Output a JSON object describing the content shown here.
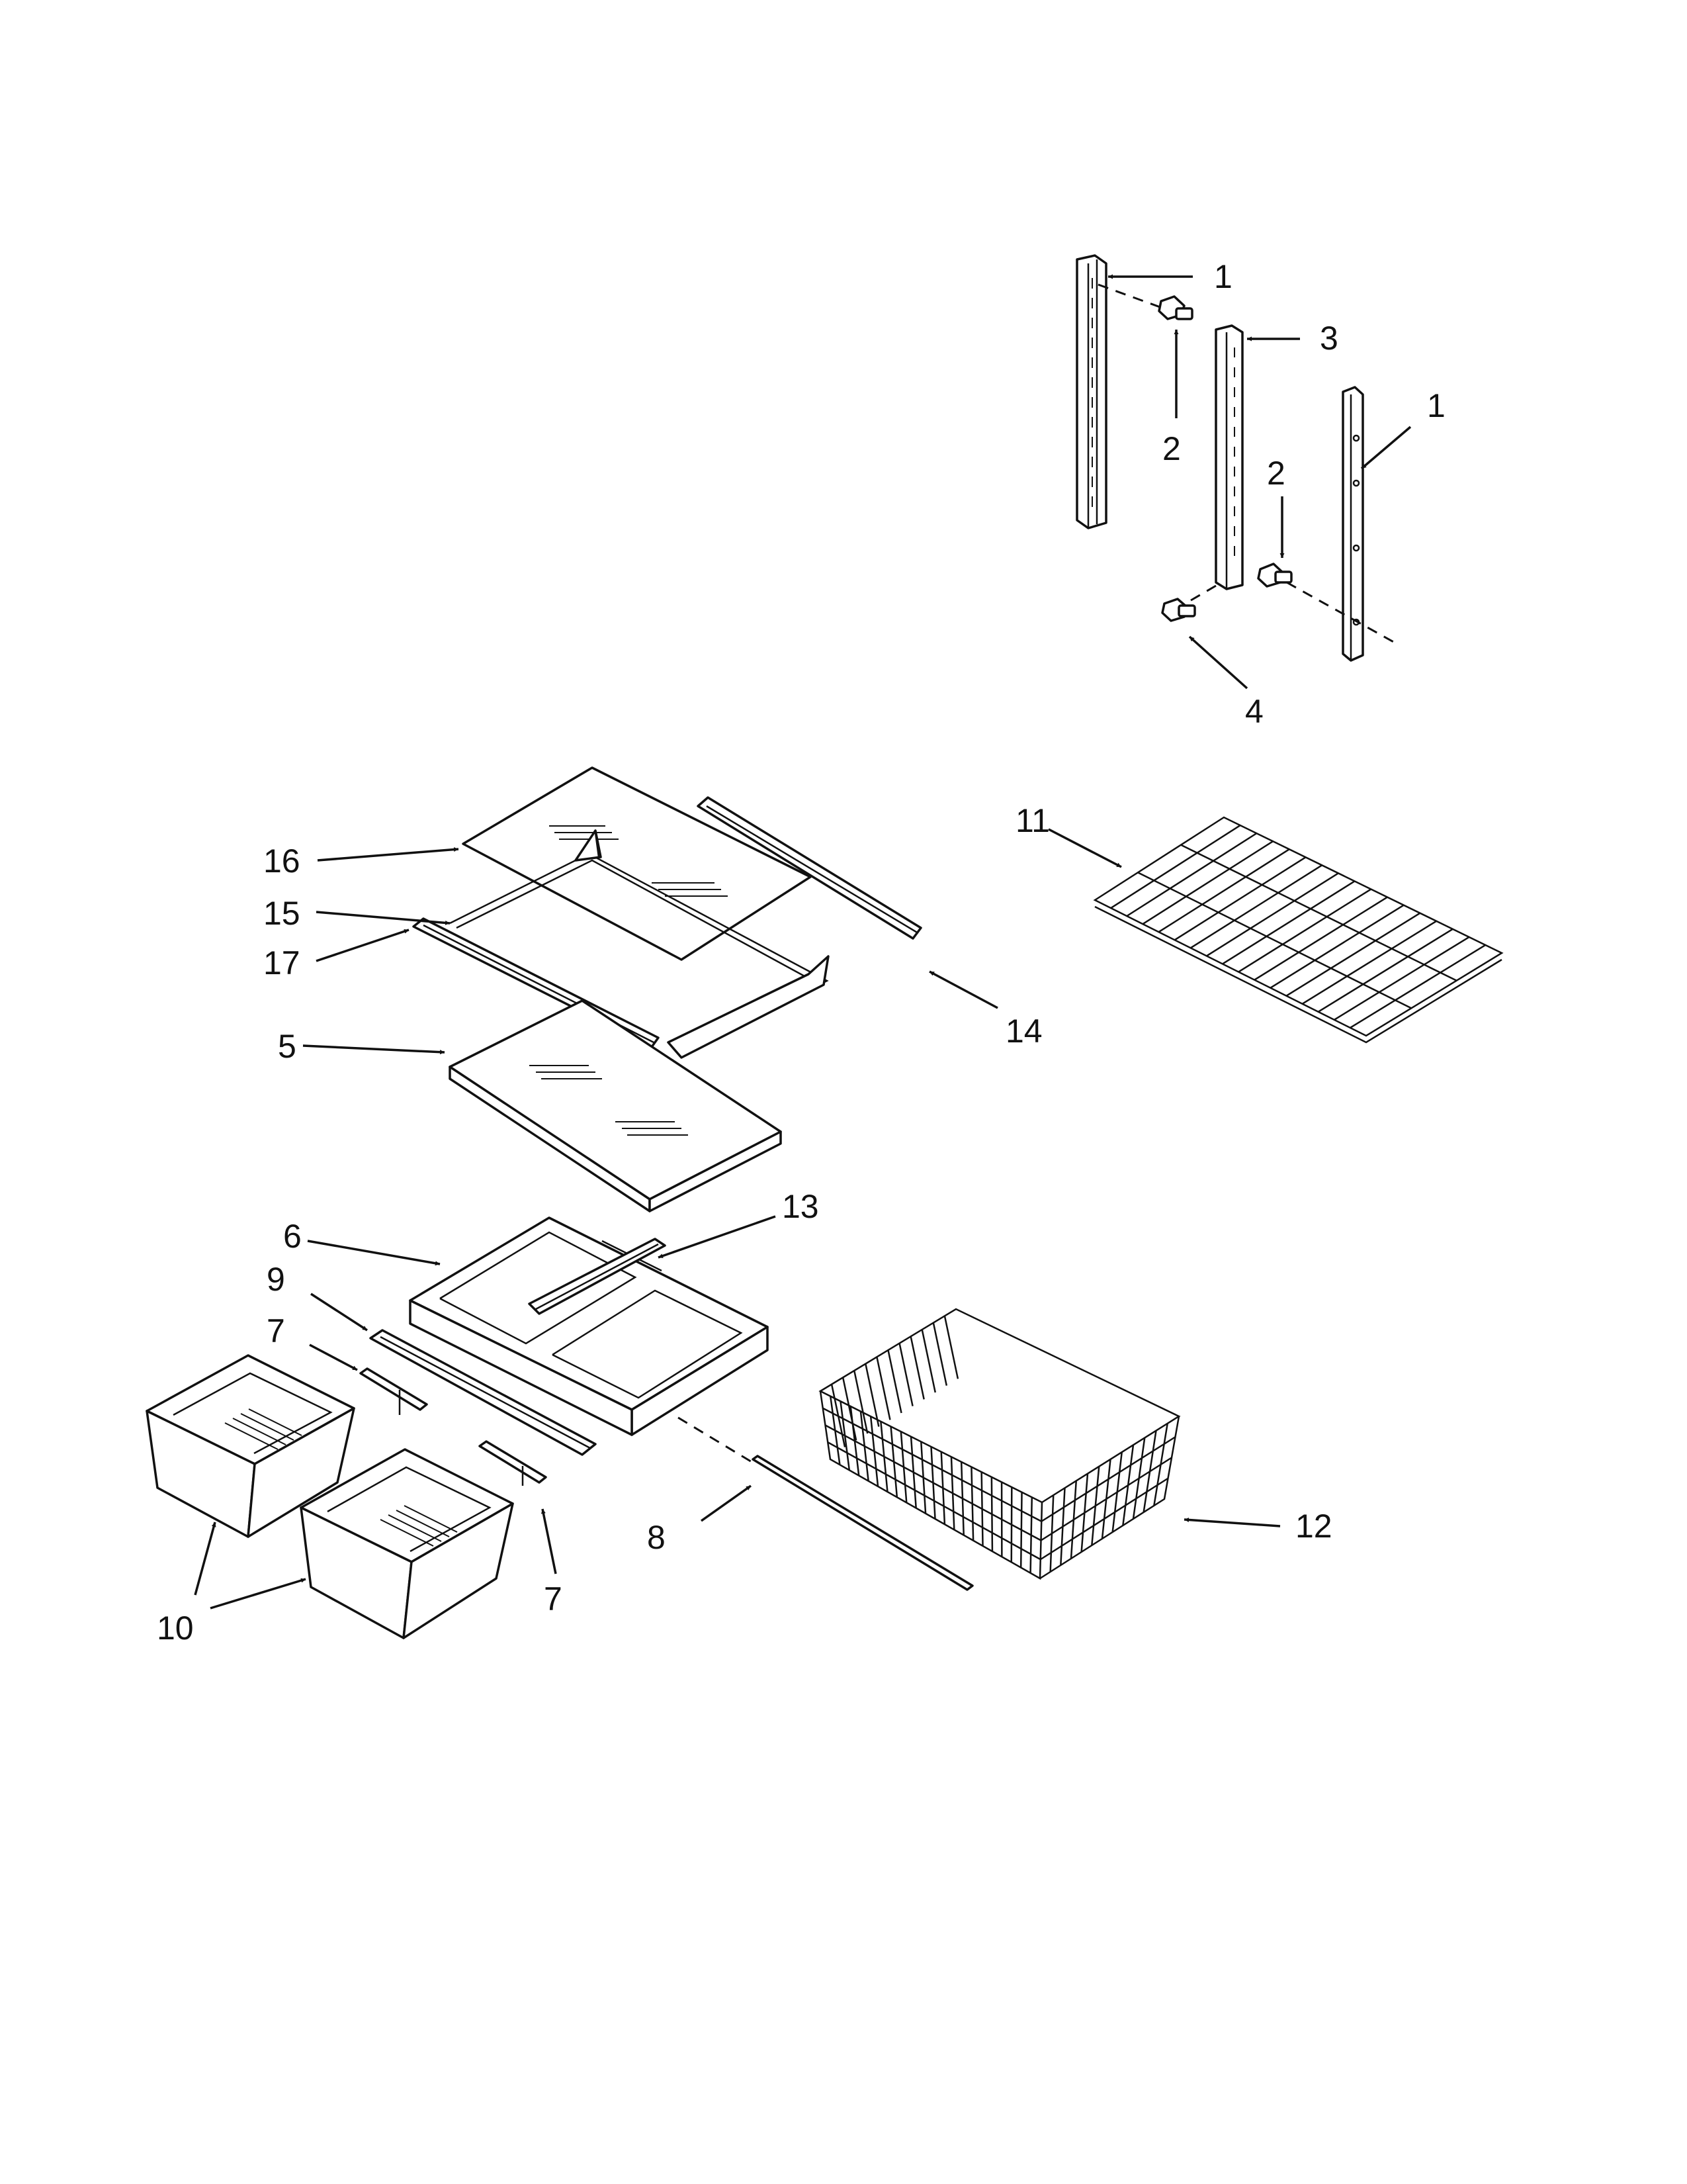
{
  "callouts": [
    {
      "id": "c1a",
      "text": "1"
    },
    {
      "id": "c2a",
      "text": "2"
    },
    {
      "id": "c3",
      "text": "3"
    },
    {
      "id": "c1b",
      "text": "1"
    },
    {
      "id": "c2b",
      "text": "2"
    },
    {
      "id": "c4",
      "text": "4"
    },
    {
      "id": "c16",
      "text": "16"
    },
    {
      "id": "c15",
      "text": "15"
    },
    {
      "id": "c17",
      "text": "17"
    },
    {
      "id": "c14",
      "text": "14"
    },
    {
      "id": "c11",
      "text": "11"
    },
    {
      "id": "c5",
      "text": "5"
    },
    {
      "id": "c13",
      "text": "13"
    },
    {
      "id": "c6",
      "text": "6"
    },
    {
      "id": "c9",
      "text": "9"
    },
    {
      "id": "c7a",
      "text": "7"
    },
    {
      "id": "c7b",
      "text": "7"
    },
    {
      "id": "c8",
      "text": "8"
    },
    {
      "id": "c12",
      "text": "12"
    },
    {
      "id": "c10",
      "text": "10"
    }
  ],
  "colors": {
    "line": "#111111",
    "background": "#ffffff"
  }
}
